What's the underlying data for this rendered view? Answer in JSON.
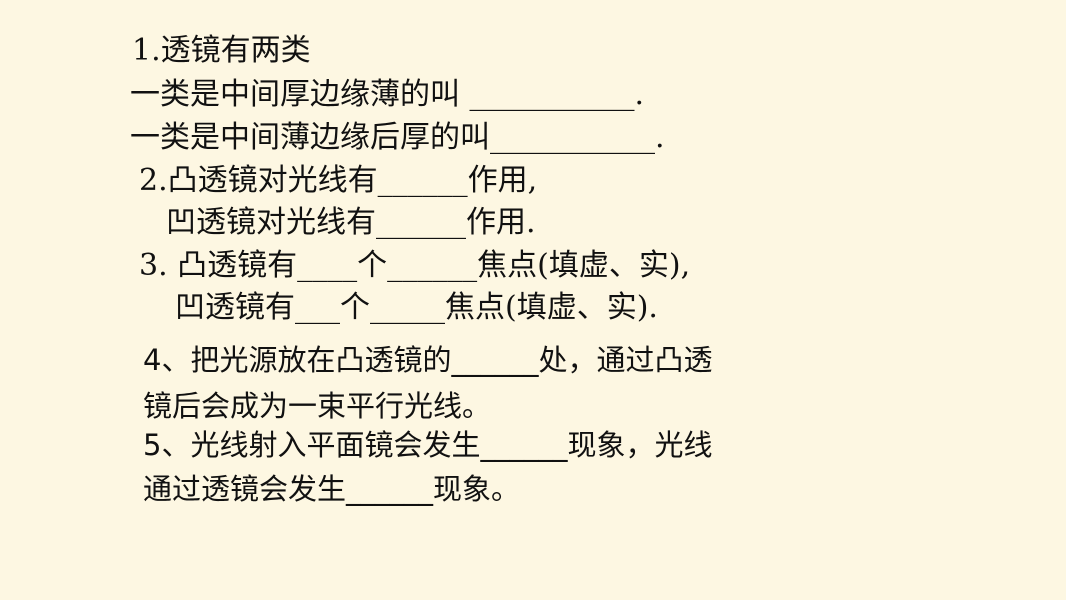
{
  "questions": [
    {
      "id": "q1",
      "text": "1.透镜有两类"
    },
    {
      "id": "q1a",
      "text": "一类是中间厚边缘薄的叫  ___________."
    },
    {
      "id": "q1b",
      "text": "一类是中间薄边缘后厚的叫___________."
    },
    {
      "id": "q2a",
      "text": "2.凸透镜对光线有______作用,"
    },
    {
      "id": "q2b",
      "text": "凹透镜对光线有______作用."
    },
    {
      "id": "q3a",
      "text": "3. 凸透镜有____个______焦点(填虚、实),"
    },
    {
      "id": "q3b",
      "text": "凹透镜有___个_____焦点(填虚、实)."
    },
    {
      "id": "q4a",
      "text": "4、把光源放在凸透镜的______处，通过凸透"
    },
    {
      "id": "q4b",
      "text": "镜后会成为一束平行光线。"
    },
    {
      "id": "q5a",
      "text": "5、光线射入平面镜会发生______现象，光线"
    },
    {
      "id": "q5b",
      "text": "通过透镜会发生______现象。"
    }
  ]
}
